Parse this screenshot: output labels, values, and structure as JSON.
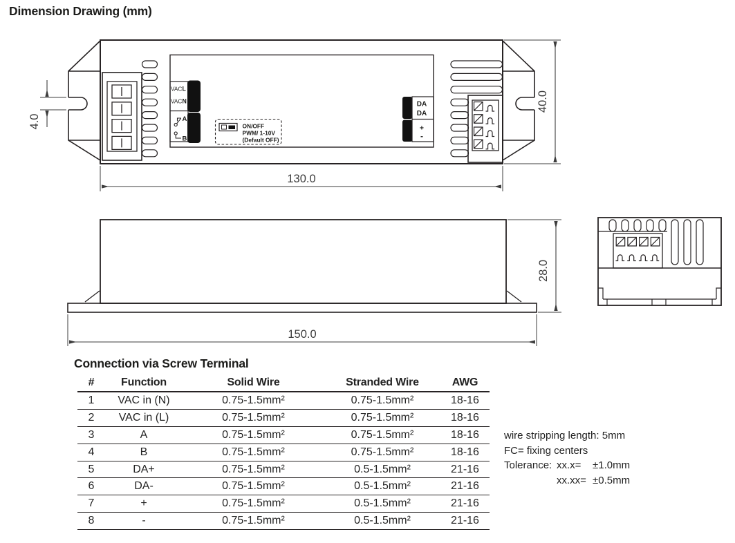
{
  "page": {
    "title": "Dimension Drawing (mm)"
  },
  "drawing": {
    "dims": {
      "body_length": "130.0",
      "body_width": "40.0",
      "slot_width": "4.0",
      "base_length": "150.0",
      "height": "28.0"
    },
    "labels": {
      "vac1_prefix": "VAC",
      "vac1_terminal": "L",
      "vac2_prefix": "VAC",
      "vac2_terminal": "N",
      "switch_a": "A",
      "switch_b": "B",
      "da_top": "DA",
      "da_bottom": "DA",
      "plus": "+",
      "minus": "-"
    },
    "dip": {
      "line1": "ON/OFF",
      "line2": "PWM/ 1-10V",
      "line3": "(Default OFF)"
    }
  },
  "connection_table": {
    "title": "Connection via Screw Terminal",
    "headers": [
      "#",
      "Function",
      "Solid Wire",
      "Stranded Wire",
      "AWG"
    ],
    "rows": [
      [
        "1",
        "VAC in (N)",
        "0.75-1.5mm²",
        "0.75-1.5mm²",
        "18-16"
      ],
      [
        "2",
        "VAC in (L)",
        "0.75-1.5mm²",
        "0.75-1.5mm²",
        "18-16"
      ],
      [
        "3",
        "A",
        "0.75-1.5mm²",
        "0.75-1.5mm²",
        "18-16"
      ],
      [
        "4",
        "B",
        "0.75-1.5mm²",
        "0.75-1.5mm²",
        "18-16"
      ],
      [
        "5",
        "DA+",
        "0.75-1.5mm²",
        "0.5-1.5mm²",
        "21-16"
      ],
      [
        "6",
        "DA-",
        "0.75-1.5mm²",
        "0.5-1.5mm²",
        "21-16"
      ],
      [
        "7",
        "+",
        "0.75-1.5mm²",
        "0.5-1.5mm²",
        "21-16"
      ],
      [
        "8",
        "-",
        "0.75-1.5mm²",
        "0.5-1.5mm²",
        "21-16"
      ]
    ]
  },
  "notes": {
    "line1": "wire stripping length: 5mm",
    "line2": "FC= fixing centers",
    "tolerance_label": "Tolerance:",
    "tol_rows": [
      {
        "key": "xx.x=",
        "value": "±1.0mm"
      },
      {
        "key": "xx.xx=",
        "value": "±0.5mm"
      }
    ]
  },
  "colors": {
    "ink": "#262223",
    "background": "#ffffff",
    "terminal_fill": "#111111"
  }
}
